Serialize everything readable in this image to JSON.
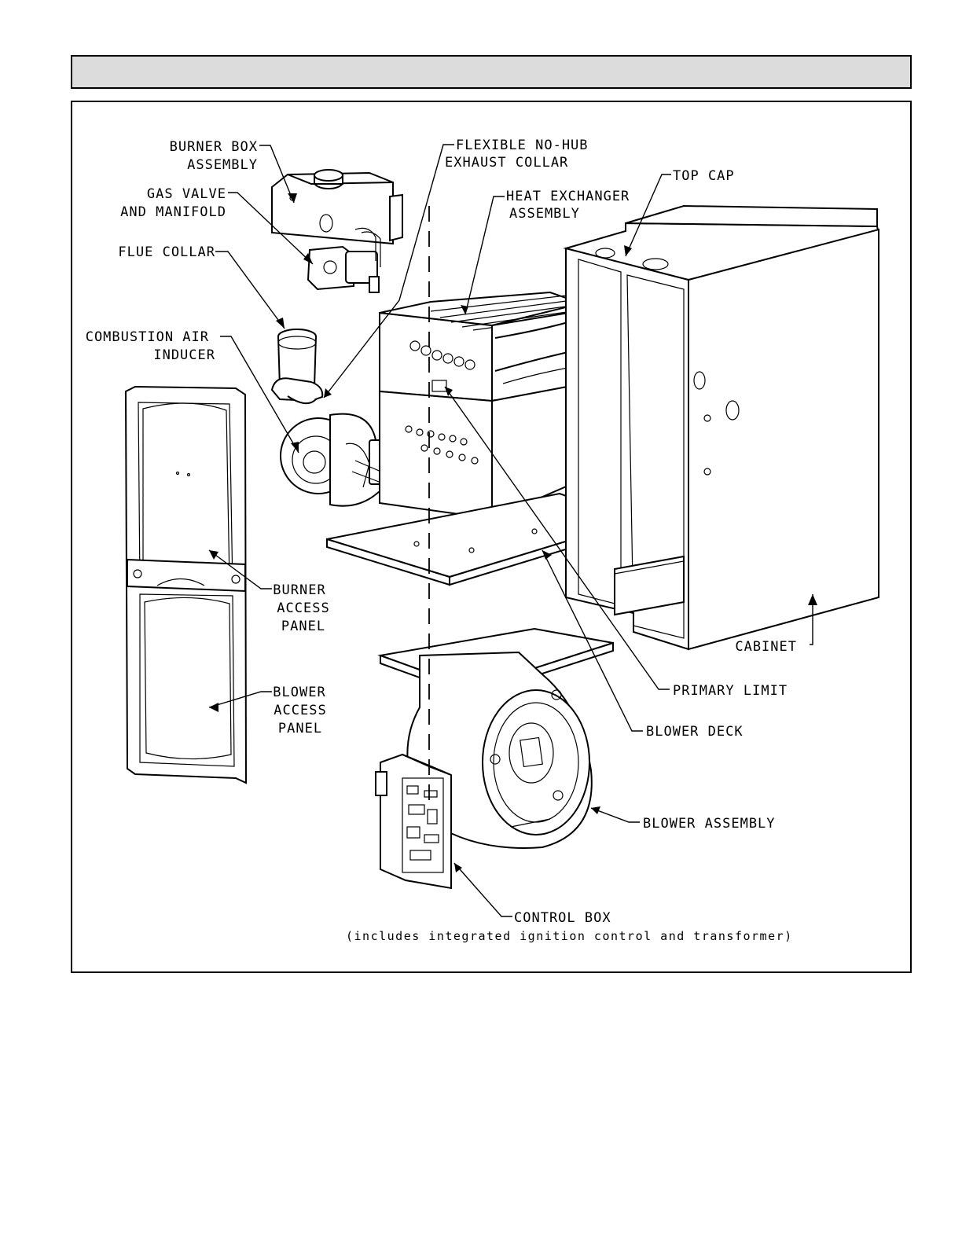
{
  "header": {
    "title": ""
  },
  "labels": {
    "burner_box": [
      "BURNER BOX",
      "ASSEMBLY"
    ],
    "gas_valve": [
      "GAS VALVE",
      "AND MANIFOLD"
    ],
    "flue_collar": [
      "FLUE COLLAR"
    ],
    "combustion_air": [
      "COMBUSTION AIR",
      "INDUCER"
    ],
    "exhaust_collar": [
      "FLEXIBLE NO-HUB",
      "EXHAUST COLLAR"
    ],
    "heat_exchanger": [
      "HEAT EXCHANGER",
      "ASSEMBLY"
    ],
    "top_cap": [
      "TOP CAP"
    ],
    "burner_access": [
      "BURNER",
      "ACCESS",
      "PANEL"
    ],
    "blower_access": [
      "BLOWER",
      "ACCESS",
      "PANEL"
    ],
    "cabinet": [
      "CABINET"
    ],
    "primary_limit": [
      "PRIMARY LIMIT"
    ],
    "blower_deck": [
      "BLOWER DECK"
    ],
    "blower_assembly": [
      "BLOWER ASSEMBLY"
    ],
    "control_box": [
      "CONTROL BOX",
      "(includes integrated ignition control and transformer)"
    ]
  }
}
